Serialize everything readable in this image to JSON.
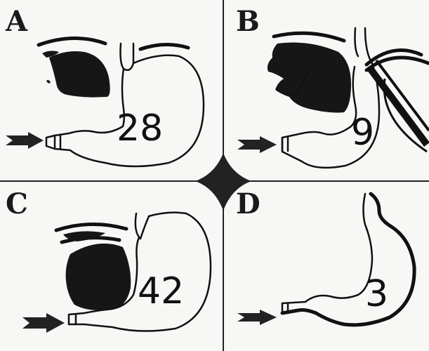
{
  "figure": {
    "background": "#f7f7f5",
    "ink": "#111111",
    "panels": [
      {
        "letter": "A",
        "number": "28",
        "has_dark_region": true,
        "has_instrument": false
      },
      {
        "letter": "B",
        "number": "9",
        "has_dark_region": true,
        "has_instrument": true
      },
      {
        "letter": "C",
        "number": "42",
        "has_dark_region": true,
        "has_instrument": false
      },
      {
        "letter": "D",
        "number": "3",
        "has_dark_region": false,
        "has_instrument": false
      }
    ],
    "icons": {
      "arrow": "arrow-right-icon",
      "center": "four-point-star-icon"
    }
  }
}
